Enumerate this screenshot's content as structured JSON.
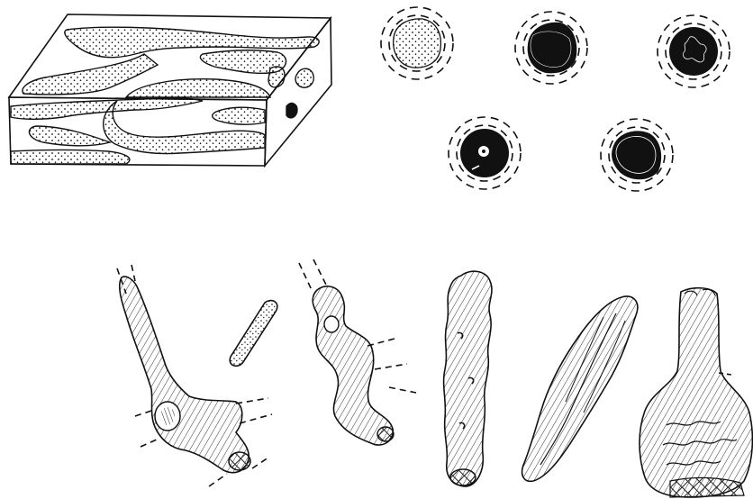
{
  "figure": {
    "panels": [
      {
        "name": "block-diagram",
        "depicts": "box-with-stippled-burrow-channels"
      },
      {
        "name": "cross-sections",
        "count": 5
      },
      {
        "name": "burrow-fragments",
        "count": 6
      }
    ],
    "colors": {
      "ink": "#111111",
      "fill": "#111111",
      "paper": "#ffffff"
    }
  }
}
